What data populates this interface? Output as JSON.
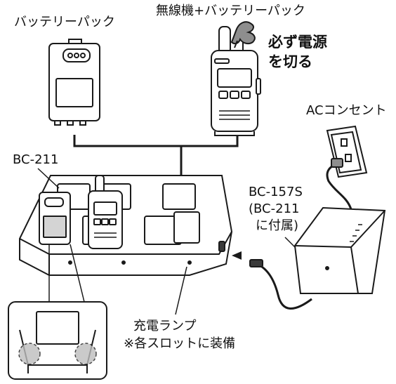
{
  "labels": {
    "battery_pack": "バッテリーパック",
    "radio_plus_battery": "無線機+バッテリーパック",
    "power_off_line1": "必ず電源",
    "power_off_line2": "を切る",
    "ac_outlet": "ACコンセント",
    "charger_model": "BC-211",
    "adapter_model": "BC-157S",
    "adapter_note_line1": "(BC-211",
    "adapter_note_line2": "に付属)",
    "charge_lamp": "充電ランプ",
    "lamp_note": "※各スロットに装備"
  },
  "colors": {
    "line": "#1a1a1a",
    "body_fill": "#ffffff",
    "shade": "#d4d4d4",
    "dark_fill": "#3a3a3a",
    "highlight_circle": "#bdbdbd"
  }
}
